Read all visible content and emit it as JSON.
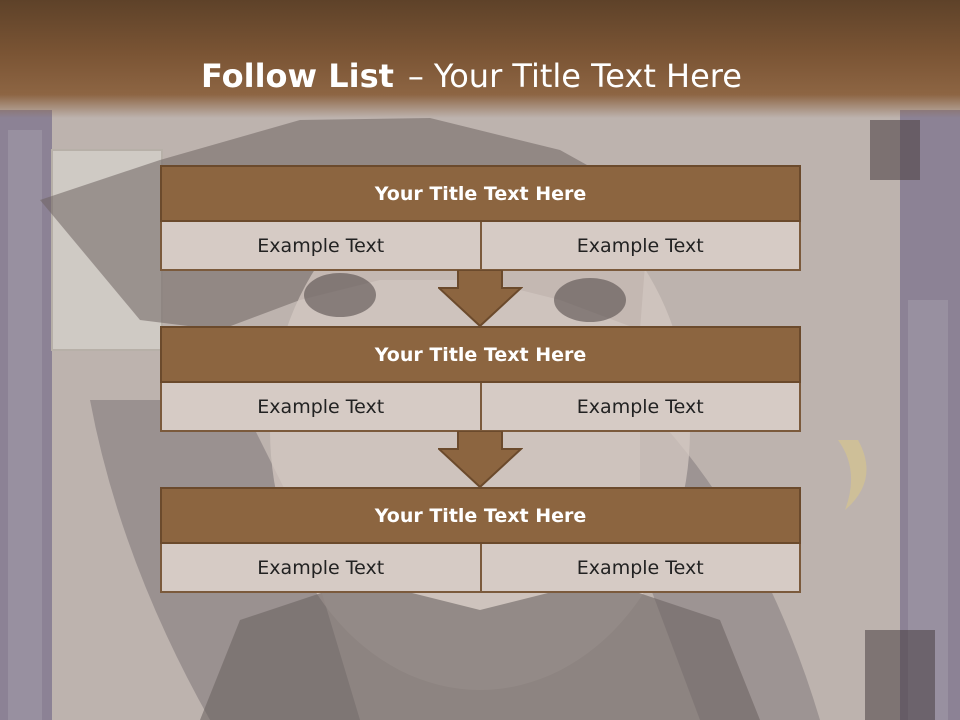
{
  "slide": {
    "title_strong": "Follow List",
    "title_dash": "–",
    "title_rest": "Your Title Text Here"
  },
  "blocks": [
    {
      "title": "Your Title Text Here",
      "cells": [
        "Example Text",
        "Example Text"
      ]
    },
    {
      "title": "Your Title Text Here",
      "cells": [
        "Example Text",
        "Example Text"
      ]
    },
    {
      "title": "Your Title Text Here",
      "cells": [
        "Example Text",
        "Example Text"
      ]
    }
  ],
  "colors": {
    "header_bar": "#7a5434",
    "block_header": "#8c6540",
    "block_cells": "#d6cbc5",
    "arrow": "#8c6540",
    "background": "#bdb3ae"
  }
}
